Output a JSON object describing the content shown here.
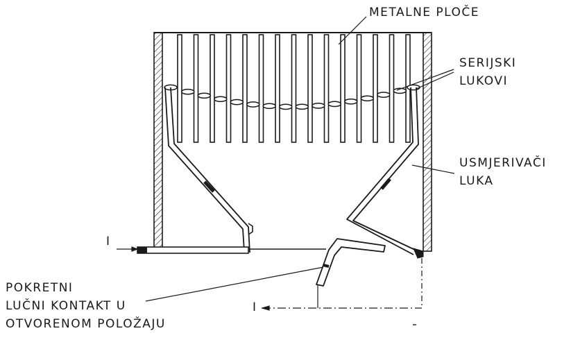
{
  "labels": {
    "metal_plates": "METALNE PLOČE",
    "series_arcs": [
      "SERIJSKI",
      "LUKOVI"
    ],
    "arc_guides": [
      "USMJERIVAČI",
      "LUKA"
    ],
    "moving_contact": [
      "POKRETNI",
      "LUČNI KONTAKT U",
      "OTVORENOM POLOŽAJU"
    ],
    "section_left": "I",
    "section_bottom": "I"
  },
  "colors": {
    "ink": "#1a1a1a",
    "background": "#ffffff"
  }
}
